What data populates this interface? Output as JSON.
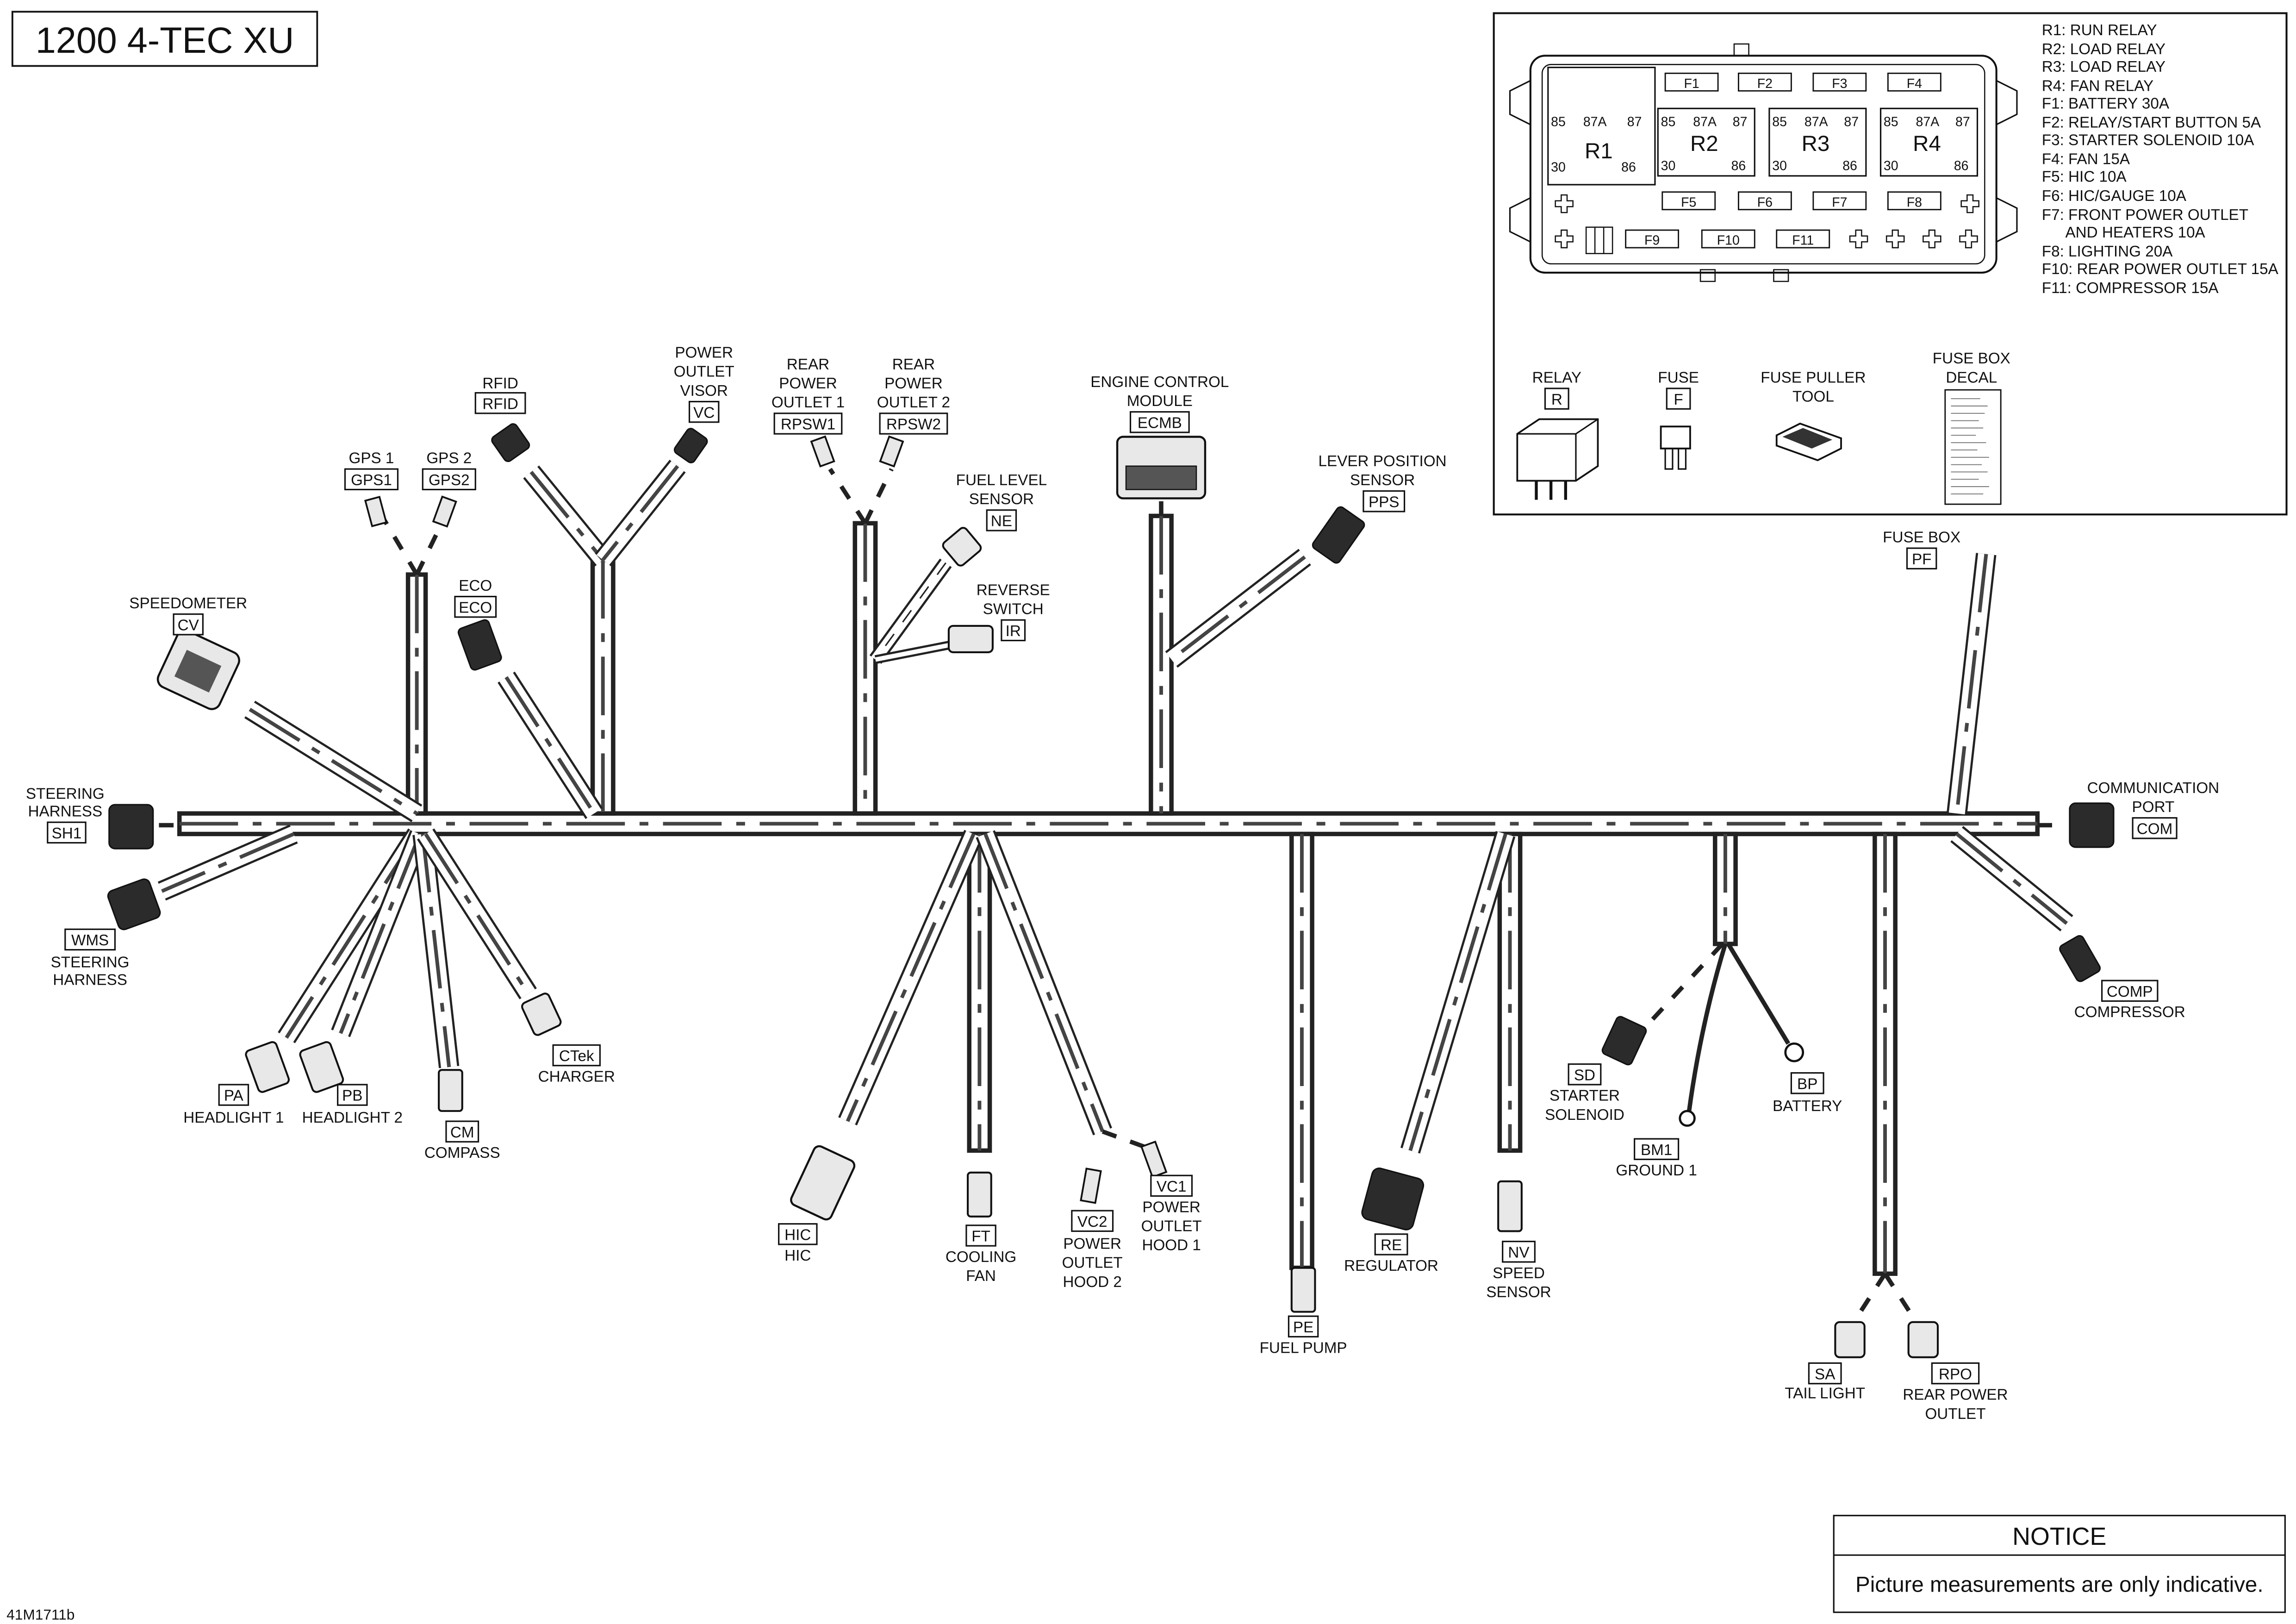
{
  "page_title": "1200 4-TEC XU",
  "doc_code": "41M1711b",
  "notice": {
    "title": "NOTICE",
    "text": "Picture measurements are only indicative."
  },
  "fuse_box": {
    "legend": [
      "R1: RUN RELAY",
      "R2: LOAD RELAY",
      "R3: LOAD RELAY",
      "R4: FAN RELAY",
      "F1: BATTERY 30A",
      "F2: RELAY/START BUTTON 5A",
      "F3: STARTER SOLENOID 10A",
      "F4: FAN 15A",
      "F5: HIC 10A",
      "F6: HIC/GAUGE 10A",
      "F7: FRONT POWER OUTLET",
      "AND HEATERS 10A",
      "F8: LIGHTING 20A",
      "F10: REAR POWER OUTLET 15A",
      "F11: COMPRESSOR 15A"
    ],
    "relays": [
      {
        "name": "R1",
        "p85": "85",
        "p87a": "87A",
        "p87": "87",
        "p30": "30",
        "p86": "86"
      },
      {
        "name": "R2",
        "p85": "85",
        "p87a": "87A",
        "p87": "87",
        "p30": "30",
        "p86": "86"
      },
      {
        "name": "R3",
        "p85": "85",
        "p87a": "87A",
        "p87": "87",
        "p30": "30",
        "p86": "86"
      },
      {
        "name": "R4",
        "p85": "85",
        "p87a": "87A",
        "p87": "87",
        "p30": "30",
        "p86": "86"
      }
    ],
    "fuses_top": [
      "F1",
      "F2",
      "F3",
      "F4"
    ],
    "fuses_mid": [
      "F5",
      "F6",
      "F7",
      "F8"
    ],
    "fuses_bottom": [
      "F9",
      "F10",
      "F11"
    ],
    "parts": [
      {
        "title": "RELAY",
        "code": "R"
      },
      {
        "title": "FUSE",
        "code": "F"
      },
      {
        "title": "FUSE PULLER",
        "title2": "TOOL"
      },
      {
        "title": "FUSE BOX",
        "title2": "DECAL"
      }
    ]
  },
  "connectors": {
    "GPS1": {
      "lines": [
        "GPS 1"
      ],
      "code": "GPS1"
    },
    "GPS2": {
      "lines": [
        "GPS 2"
      ],
      "code": "GPS2"
    },
    "RFID": {
      "lines": [
        "RFID"
      ],
      "code": "RFID"
    },
    "VC": {
      "lines": [
        "POWER",
        "OUTLET",
        "VISOR"
      ],
      "code": "VC"
    },
    "RPSW1": {
      "lines": [
        "REAR",
        "POWER",
        "OUTLET 1"
      ],
      "code": "RPSW1"
    },
    "RPSW2": {
      "lines": [
        "REAR",
        "POWER",
        "OUTLET 2"
      ],
      "code": "RPSW2"
    },
    "ECMB": {
      "lines": [
        "ENGINE CONTROL",
        "MODULE"
      ],
      "code": "ECMB"
    },
    "NE": {
      "lines": [
        "FUEL LEVEL",
        "SENSOR"
      ],
      "code": "NE"
    },
    "IR": {
      "lines": [
        "REVERSE",
        "SWITCH"
      ],
      "code": "IR"
    },
    "PPS": {
      "lines": [
        "LEVER POSITION",
        "SENSOR"
      ],
      "code": "PPS"
    },
    "PF": {
      "lines": [
        "FUSE BOX"
      ],
      "code": "PF"
    },
    "CV": {
      "lines": [
        "SPEEDOMETER"
      ],
      "code": "CV"
    },
    "ECO": {
      "lines": [
        "ECO"
      ],
      "code": "ECO"
    },
    "SH1": {
      "lines": [
        "STEERING",
        "HARNESS"
      ],
      "code": "SH1"
    },
    "COM": {
      "lines": [
        "COMMUNICATION",
        "PORT"
      ],
      "code": "COM"
    },
    "WMS": {
      "lines": [
        "STEERING",
        "HARNESS"
      ],
      "code": "WMS"
    },
    "COMP": {
      "lines": [
        "COMPRESSOR"
      ],
      "code": "COMP"
    },
    "PA": {
      "lines": [
        "HEADLIGHT 1"
      ],
      "code": "PA"
    },
    "PB": {
      "lines": [
        "HEADLIGHT 2"
      ],
      "code": "PB"
    },
    "CM": {
      "lines": [
        "COMPASS"
      ],
      "code": "CM"
    },
    "CTek": {
      "lines": [
        "CHARGER"
      ],
      "code": "CTek"
    },
    "HIC": {
      "lines": [
        "HIC"
      ],
      "code": "HIC"
    },
    "FT": {
      "lines": [
        "COOLING",
        "FAN"
      ],
      "code": "FT"
    },
    "VC2": {
      "lines": [
        "POWER",
        "OUTLET",
        "HOOD 2"
      ],
      "code": "VC2"
    },
    "VC1": {
      "lines": [
        "POWER",
        "OUTLET",
        "HOOD 1"
      ],
      "code": "VC1"
    },
    "PE": {
      "lines": [
        "FUEL PUMP"
      ],
      "code": "PE"
    },
    "RE": {
      "lines": [
        "REGULATOR"
      ],
      "code": "RE"
    },
    "NV": {
      "lines": [
        "SPEED",
        "SENSOR"
      ],
      "code": "NV"
    },
    "SD": {
      "lines": [
        "STARTER",
        "SOLENOID"
      ],
      "code": "SD"
    },
    "BM1": {
      "lines": [
        "GROUND 1"
      ],
      "code": "BM1"
    },
    "BP": {
      "lines": [
        "BATTERY"
      ],
      "code": "BP"
    },
    "SA": {
      "lines": [
        "TAIL LIGHT"
      ],
      "code": "SA"
    },
    "RPO": {
      "lines": [
        "REAR POWER",
        "OUTLET"
      ],
      "code": "RPO"
    }
  },
  "colors": {
    "ink": "#111111",
    "harness_fill": "#ffffff",
    "connector_fill": "#e8e8e8"
  }
}
